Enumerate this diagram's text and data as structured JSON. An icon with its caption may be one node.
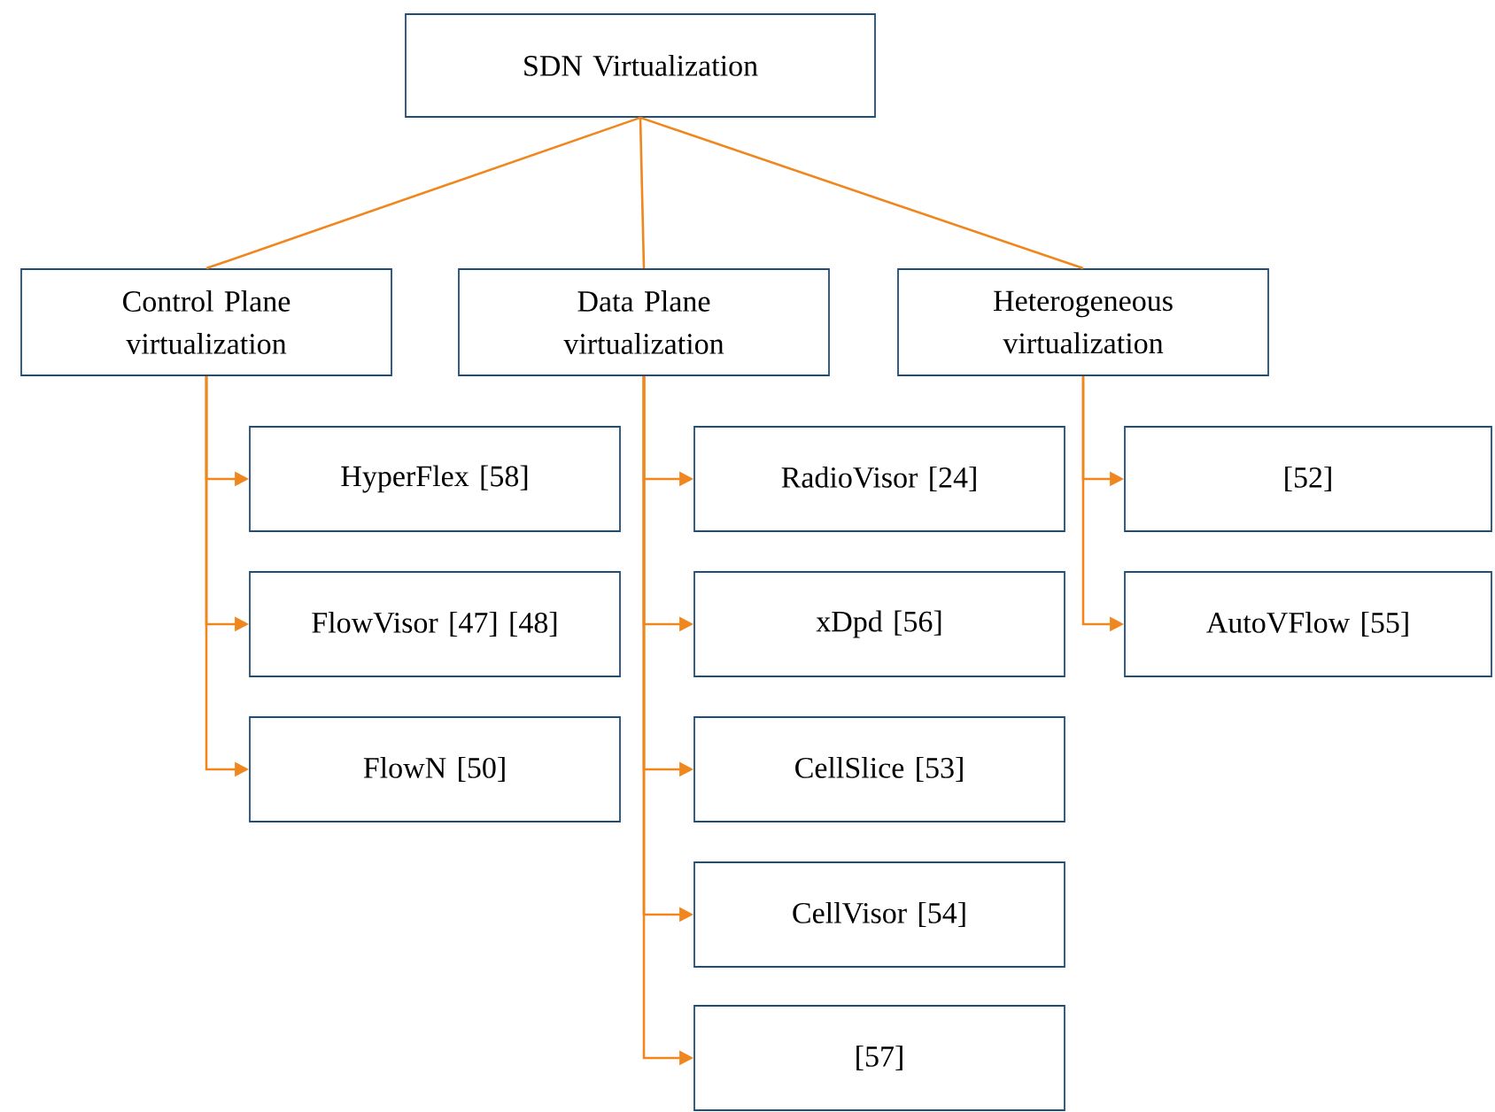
{
  "diagram": {
    "nodes": [
      {
        "text": [
          "SDN Virtualization"
        ]
      },
      {
        "text": [
          "Control Plane virtualization"
        ]
      },
      {
        "text": [
          "Data Plane virtualization"
        ]
      },
      {
        "text": [
          "Heterogeneous virtualization"
        ]
      },
      {
        "text": [
          "HyperFlex [58]"
        ]
      },
      {
        "text": [
          "FlowVisor [47] [48]"
        ]
      },
      {
        "text": [
          "FlowN [50]"
        ]
      },
      {
        "text": [
          "RadioVisor [24]"
        ]
      },
      {
        "text": [
          "xDpd [56]"
        ]
      },
      {
        "text": [
          "CellSlice [53]"
        ]
      },
      {
        "text": [
          "CellVisor [54]"
        ]
      },
      {
        "text": [
          "[57]"
        ]
      },
      {
        "text": [
          "[52]"
        ]
      },
      {
        "text": [
          "AutoVFlow [55]"
        ]
      }
    ],
    "edges": [
      {
        "from": 0,
        "to": 1,
        "arrow": "none"
      },
      {
        "from": 0,
        "to": 2,
        "arrow": "none"
      },
      {
        "from": 0,
        "to": 3,
        "arrow": "none"
      },
      {
        "from": 1,
        "to": 4,
        "arrow": "to"
      },
      {
        "from": 1,
        "to": 5,
        "arrow": "to"
      },
      {
        "from": 1,
        "to": 6,
        "arrow": "to"
      },
      {
        "from": 2,
        "to": 7,
        "arrow": "to"
      },
      {
        "from": 2,
        "to": 8,
        "arrow": "to"
      },
      {
        "from": 2,
        "to": 9,
        "arrow": "to"
      },
      {
        "from": 2,
        "to": 10,
        "arrow": "to"
      },
      {
        "from": 2,
        "to": 11,
        "arrow": "to"
      },
      {
        "from": 3,
        "to": 12,
        "arrow": "to"
      },
      {
        "from": 3,
        "to": 13,
        "arrow": "to"
      }
    ]
  }
}
